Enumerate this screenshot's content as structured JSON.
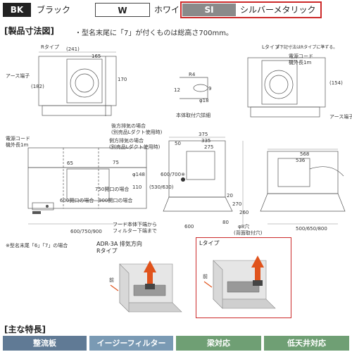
{
  "colors": {
    "items": [
      {
        "code": "BK",
        "name": "ブラック",
        "code_bg": "#222222",
        "code_fg": "#ffffff"
      },
      {
        "code": "W",
        "name": "ホワイト",
        "code_bg": "#ffffff",
        "code_fg": "#222222"
      },
      {
        "code": "SI",
        "name": "シルバーメタリック",
        "code_bg": "#8a8a8a",
        "code_fg": "#ffffff",
        "selected": true
      }
    ],
    "selected_border": "#cc2a2a"
  },
  "dimensions": {
    "title": "[製品寸法図]",
    "note": "・型名末尾に「7」が付くものは総高さ700mm。",
    "r_type": "Rタイプ",
    "l_type": "Lタイプ",
    "l_type_note": "※下記寸法はRタイプに準ずる。",
    "earth": "アース端子",
    "power_cord": "電源コード",
    "cord_length": "機外長1m",
    "earth_label": "アース端子",
    "mount_detail": "本体取付穴詳細",
    "rear_exhaust": "後方排気の場合",
    "rear_duct": "(別売品Lダクト使用時)",
    "side_exhaust": "側方排気の場合",
    "side_duct": "(別売品Lダクト使用時)",
    "opening_750": "750開口の場合",
    "opening_600": "600開口の場合",
    "opening_900": "900開口の場合",
    "hood_bottom": "フード本体下端から",
    "filter_bottom": "フィルター下端まで",
    "rear_hole": "(背面取付穴)",
    "model_note": "※型名末尾「6」「7」の場合",
    "d_241": "(241)",
    "d_165": "165",
    "d_182": "(182)",
    "d_170": "170",
    "d_154": "(154)",
    "d_r4": "R4",
    "d_12": "12",
    "d_9": "9",
    "d_18": "φ18",
    "d_375": "375",
    "d_335": "335",
    "d_275": "275",
    "d_75": "75",
    "d_65": "65",
    "d_50": "50",
    "d_148": "φ148",
    "d_110": "110",
    "d_530": "(530/630)",
    "d_600_700": "600/700※",
    "d_600_750_900": "600/750/900",
    "d_20": "20",
    "d_270": "270",
    "d_260": "260",
    "d_600": "600",
    "d_80": "80",
    "d_phi8": "φ8穴",
    "d_568": "568",
    "d_536": "536",
    "d_500": "500/650/800"
  },
  "illustrations": {
    "title": "ADR-3A 排気方向",
    "r_type": "Rタイプ",
    "l_type": "Lタイプ",
    "front": "前",
    "highlight_border": "#cc2a2a",
    "arrow_color": "#e0531c"
  },
  "features": {
    "title": "[主な特長]",
    "items": [
      {
        "label": "整流板",
        "color": "#607a95"
      },
      {
        "label": "イージーフィルター",
        "color": "#7a9ab4"
      },
      {
        "label": "梁対応",
        "color": "#6f9f74"
      },
      {
        "label": "低天井対応",
        "color": "#6f9f74"
      }
    ]
  }
}
